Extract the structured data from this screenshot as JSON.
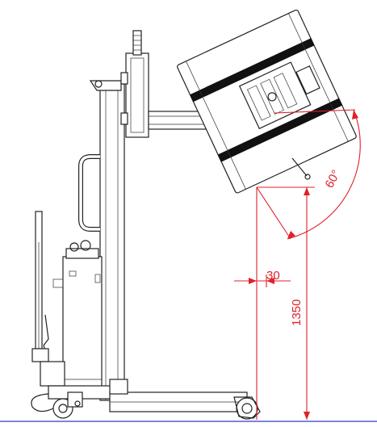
{
  "dimensions": {
    "height_label": "1350",
    "offset_label": "30",
    "angle_label": "60°"
  },
  "colors": {
    "dimension": "#e0202a",
    "outline": "#222222",
    "floor": "#8080e0"
  }
}
